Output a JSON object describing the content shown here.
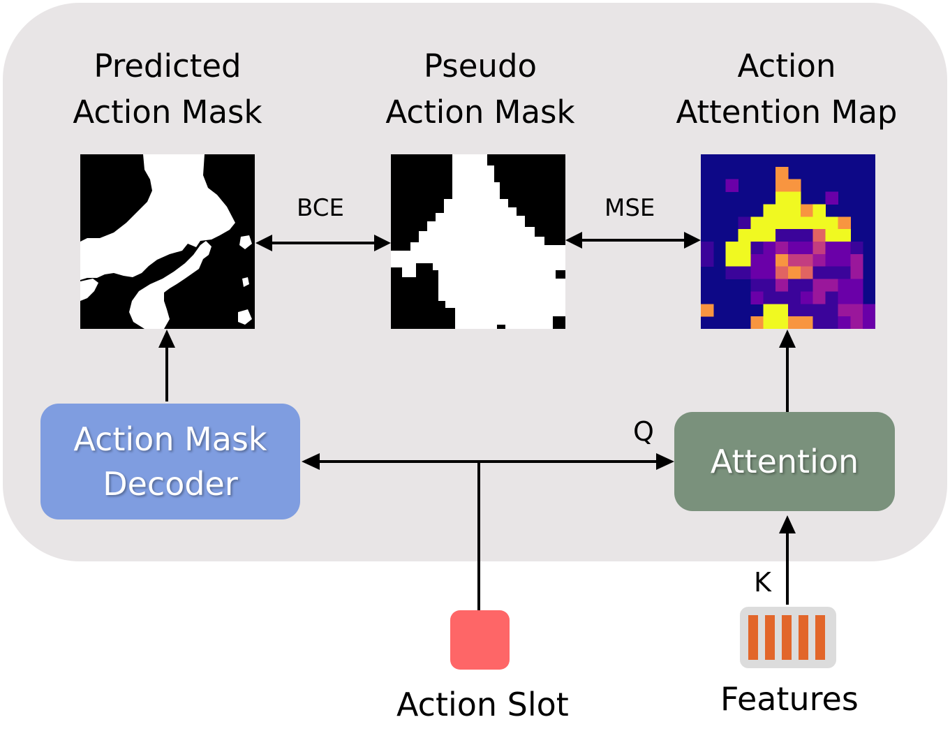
{
  "titles": {
    "predicted": [
      "Predicted",
      "Action Mask"
    ],
    "pseudo": [
      "Pseudo",
      "Action Mask"
    ],
    "attention_map": [
      "Action",
      "Attention Map"
    ]
  },
  "edge_labels": {
    "bce": "BCE",
    "mse": "MSE",
    "q": "Q",
    "k": "K"
  },
  "blocks": {
    "decoder": [
      "Action Mask",
      "Decoder"
    ],
    "attention": "Attention"
  },
  "inputs": {
    "action_slot": "Action Slot",
    "features": "Features"
  },
  "colors": {
    "panel": "#e8e5e6",
    "decoder": "#7f9de0",
    "attention": "#7a917c",
    "action_slot": "#fe6667",
    "features_bar": "#e2662a",
    "features_bg": "#dcdcdc"
  }
}
